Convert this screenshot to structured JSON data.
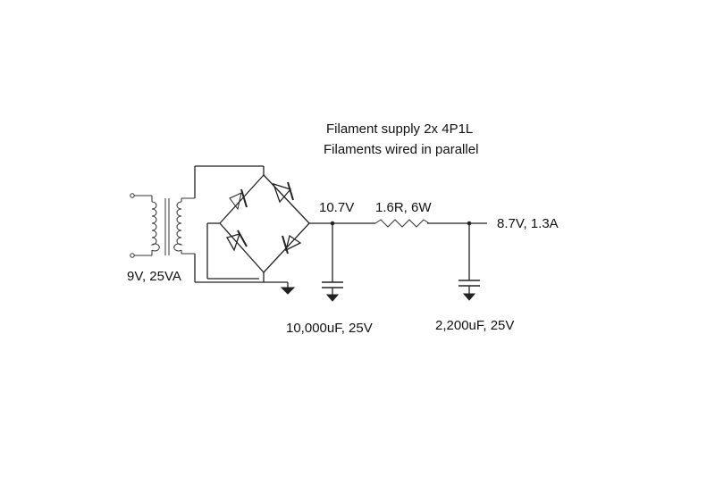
{
  "title": {
    "line1": "Filament supply 2x 4P1L",
    "line2": "Filaments wired in parallel"
  },
  "labels": {
    "transformer": "9V, 25VA",
    "rectified_voltage": "10.7V",
    "resistor": "1.6R, 6W",
    "output": "8.7V, 1.3A",
    "cap1": "10,000uF, 25V",
    "cap2": "2,200uF, 25V"
  }
}
